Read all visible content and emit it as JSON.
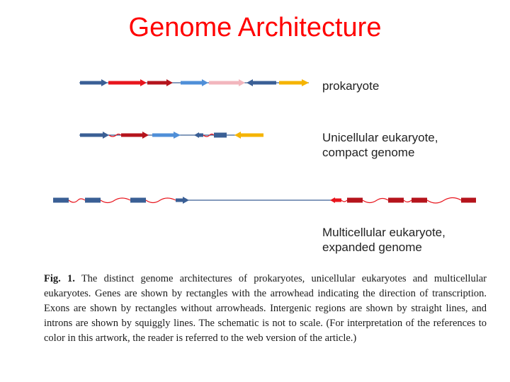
{
  "title": "Genome Architecture",
  "labels": {
    "prokaryote": "prokaryote",
    "unicellular_line1": "Unicellular eukaryote,",
    "unicellular_line2": "compact genome",
    "multicellular_line1": "Multicellular eukaryote,",
    "multicellular_line2": "expanded genome"
  },
  "caption": {
    "figure_label": "Fig. 1.",
    "text": "The distinct genome architectures of prokaryotes, unicellular eukaryotes and multicellular eukaryotes. Genes are shown by rectangles with the arrowhead indicating the direction of transcription. Exons are shown by rectangles without arrowheads. Intergenic regions are shown by straight lines, and introns are shown by squiggly lines. The schematic is not to scale. (For interpretation of the references to color in this artwork, the reader is referred to the web version of the article.)"
  },
  "colors": {
    "title": "#ff0000",
    "dark_blue": "#3a5f95",
    "red": "#e8151d",
    "dark_red": "#b5141c",
    "light_blue": "#4f8fd8",
    "pink": "#f2b6bd",
    "yellow": "#f5b400",
    "intron": "#e8151d",
    "intergenic": "#3a5f95"
  }
}
